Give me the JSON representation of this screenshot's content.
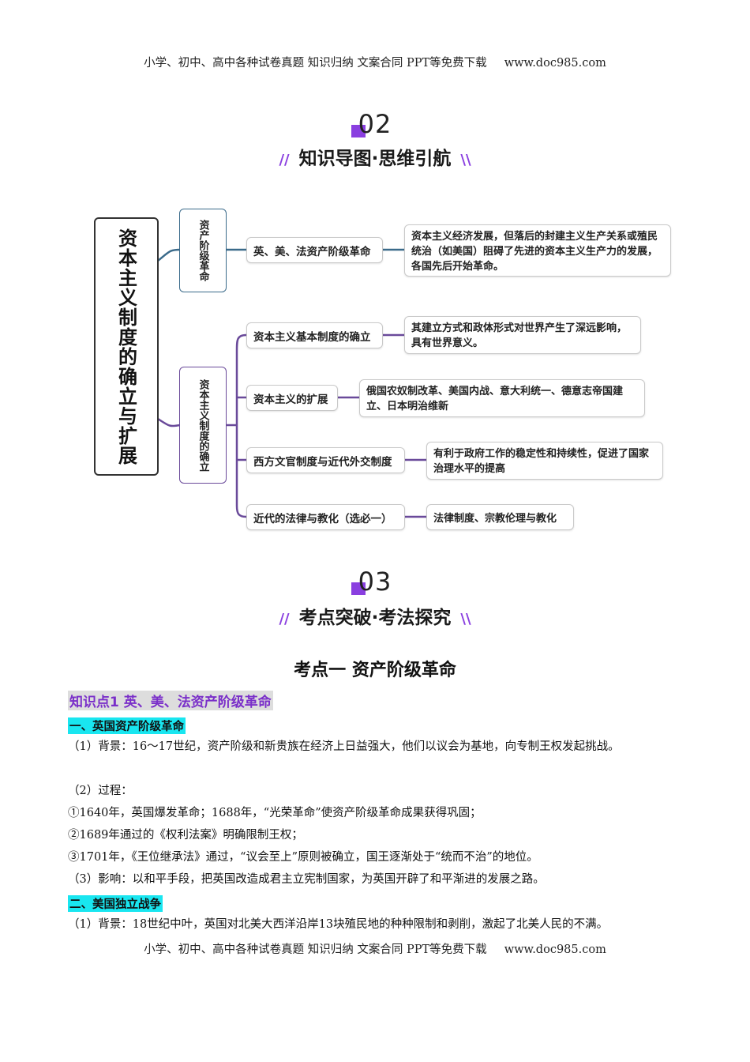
{
  "header": {
    "text": "小学、初中、高中各种试卷真题  知识归纳  文案合同  PPT等免费下载",
    "url": "www.doc985.com"
  },
  "footer": {
    "text": "小学、初中、高中各种试卷真题  知识归纳  文案合同  PPT等免费下载",
    "url": "www.doc985.com"
  },
  "section2": {
    "number": "02",
    "title": "知识导图·思维引航",
    "slash_left": "//",
    "slash_right": "\\\\"
  },
  "mindmap": {
    "root": "资本主义制度的确立与扩展",
    "branch1": {
      "label": "资产阶级革命",
      "items": [
        {
          "node": "英、美、法资产阶级革命",
          "desc": "资本主义经济发展，但落后的封建主义生产关系或殖民统治（如美国）阻碍了先进的资本主义生产力的发展，各国先后开始革命。"
        }
      ]
    },
    "branch2": {
      "label": "资本主义制度的确立",
      "items": [
        {
          "node": "资本主义基本制度的确立",
          "desc": "其建立方式和政体形式对世界产生了深远影响，具有世界意义。"
        },
        {
          "node": "资本主义的扩展",
          "desc": "俄国农奴制改革、美国内战、意大利统一、德意志帝国建立、日本明治维新"
        },
        {
          "node": "西方文官制度与近代外交制度",
          "desc": "有利于政府工作的稳定性和持续性，促进了国家治理水平的提高"
        },
        {
          "node": "近代的法律与教化（选必一）",
          "desc": "法律制度、宗教伦理与教化"
        }
      ]
    }
  },
  "section3": {
    "number": "03",
    "title": "考点突破·考法探究",
    "slash_left": "//",
    "slash_right": "\\\\"
  },
  "content": {
    "kaodian": "考点一  资产阶级革命",
    "zhishidian": "知识点1 英、美、法资产阶级革命",
    "sub1": "一、英国资产阶级革命",
    "p1": "（1）背景：16～17世纪，资产阶级和新贵族在经济上日益强大，他们以议会为基地，向专制王权发起挑战。",
    "p2": "（2）过程：",
    "p3": "①1640年，英国爆发革命；1688年，“光荣革命”使资产阶级革命成果获得巩固；",
    "p4": "②1689年通过的《权利法案》明确限制王权；",
    "p5": "③1701年，《王位继承法》通过，“议会至上”原则被确立，国王逐渐处于“统而不治”的地位。",
    "p6": "（3）影响：以和平手段，把英国改造成君主立宪制国家，为英国开辟了和平渐进的发展之路。",
    "sub2": "二、美国独立战争",
    "p7": "（1）背景：18世纪中叶，英国对北美大西洋沿岸13块殖民地的种种限制和剥削，激起了北美人民的不满。"
  },
  "colors": {
    "accent": "#8a3fe0",
    "highlight_cyan": "#19e6f0",
    "kp_purple": "#7a2fc9",
    "line_blue": "#3a6a8a",
    "line_purple": "#6a4a9a"
  }
}
